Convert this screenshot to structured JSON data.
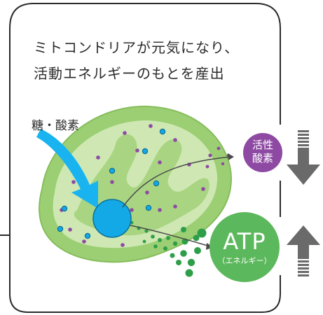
{
  "heading": {
    "line1": "ミトコンドリアが元気になり、",
    "line2": "活動エネルギーのもとを産出"
  },
  "input_label": "糖・酸素",
  "ros": {
    "line1": "活性",
    "line2": "酸素",
    "trend": "down",
    "color": "#8e4aa3"
  },
  "atp": {
    "label": "ATP",
    "sublabel": "（エネルギー）",
    "trend": "up",
    "color": "#5cb85c"
  },
  "colors": {
    "frame": "#2b2b2b",
    "mito_outer": "#9ccf73",
    "mito_inner": "#cfe8b3",
    "core": "#13a9e6",
    "input_arrow": "#19b4f0",
    "trend_arrow": "#6a6a6a"
  }
}
